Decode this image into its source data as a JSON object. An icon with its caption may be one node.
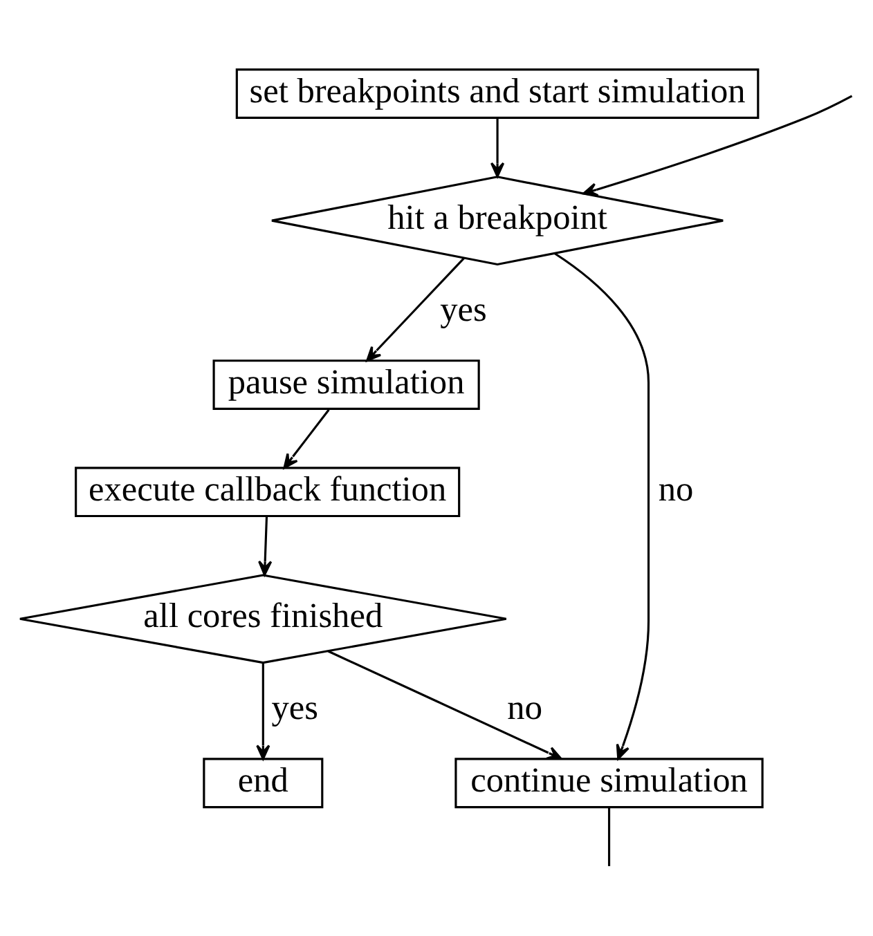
{
  "diagram": {
    "nodes": [
      {
        "text": [
          "set breakpoints and start simulation"
        ]
      },
      {
        "text": [
          "hit a breakpoint"
        ]
      },
      {
        "text": [
          "pause simulation"
        ]
      },
      {
        "text": [
          "execute callback function"
        ]
      },
      {
        "text": [
          "all cores finished"
        ]
      },
      {
        "text": [
          "end"
        ]
      },
      {
        "text": [
          "continue simulation"
        ]
      }
    ],
    "edges": [
      {
        "from": 0,
        "to": 1,
        "arrow": "to"
      },
      {
        "from": 1,
        "to": 2,
        "arrow": "to",
        "label": "yes"
      },
      {
        "from": 1,
        "to": 6,
        "arrow": "to",
        "label": "no"
      },
      {
        "from": 2,
        "to": 3,
        "arrow": "to"
      },
      {
        "from": 3,
        "to": 4,
        "arrow": "to"
      },
      {
        "from": 4,
        "to": 5,
        "arrow": "to",
        "label": "yes"
      },
      {
        "from": 4,
        "to": 6,
        "arrow": "to",
        "label": "no"
      },
      {
        "from": 6,
        "to": null,
        "arrow": "none"
      },
      {
        "from": null,
        "to": 1,
        "arrow": "to"
      }
    ]
  }
}
